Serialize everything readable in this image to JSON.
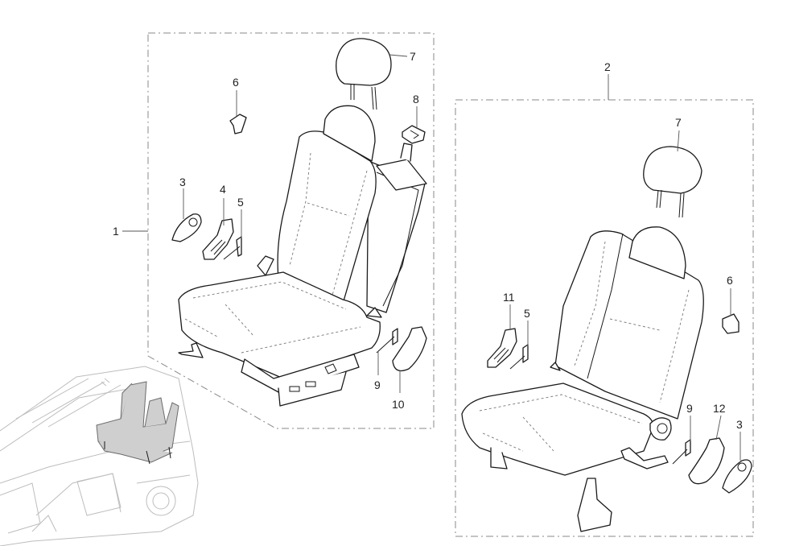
{
  "callouts": {
    "c1": "1",
    "c2": "2",
    "c3a": "3",
    "c4": "4",
    "c5a": "5",
    "c6a": "6",
    "c7a": "7",
    "c8": "8",
    "c9a": "9",
    "c10": "10",
    "c7b": "7",
    "c6b": "6",
    "c11": "11",
    "c5b": "5",
    "c9b": "9",
    "c12": "12",
    "c3b": "3"
  },
  "colors": {
    "line": "#1a1a1a",
    "frame": "#8a8a8a",
    "highlight": "#cfcfcf"
  }
}
